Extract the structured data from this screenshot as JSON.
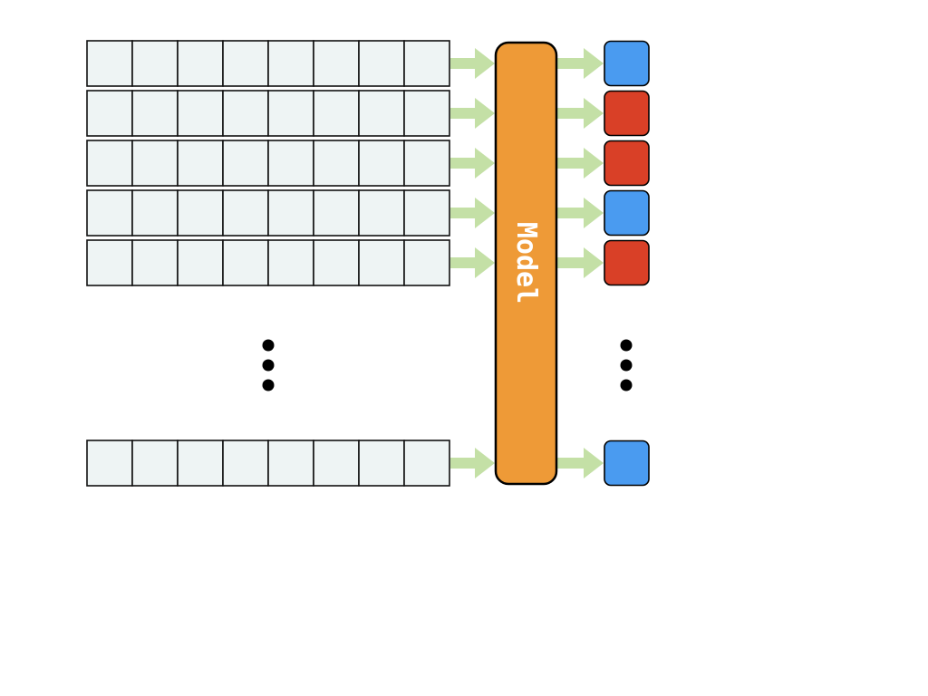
{
  "diagram": {
    "model": {
      "label": "Model",
      "color": "#EE9A37"
    },
    "colors": {
      "cell_fill": "#EEF4F4",
      "cell_border": "#111111",
      "arrow": "#C4E0A6",
      "dots": "#000000"
    },
    "class_colors": {
      "blue": "#4A9BF0",
      "red": "#D94027"
    },
    "cells_per_sequence": 8,
    "rows": [
      {
        "output_class": "blue"
      },
      {
        "output_class": "red"
      },
      {
        "output_class": "red"
      },
      {
        "output_class": "blue"
      },
      {
        "output_class": "red"
      },
      {
        "output_class": "blue"
      }
    ]
  }
}
